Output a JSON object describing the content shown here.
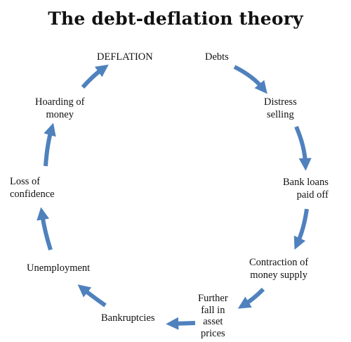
{
  "title": "The debt-deflation theory",
  "colors": {
    "arrow": "#4f81bd",
    "text": "#111111"
  },
  "nodes": {
    "deflation": "DEFLATION",
    "debts": "Debts",
    "distress_1": "Distress",
    "distress_2": "selling",
    "bank_1": "Bank loans",
    "bank_2": "paid off",
    "contraction_1": "Contraction of",
    "contraction_2": "money supply",
    "fall_1": "Further",
    "fall_2": "fall in",
    "fall_3": "asset",
    "fall_4": "prices",
    "bankruptcies": "Bankruptcies",
    "unemployment": "Unemployment",
    "confidence_1": "Loss of",
    "confidence_2": "confidence",
    "hoarding_1": "Hoarding of",
    "hoarding_2": "money"
  }
}
